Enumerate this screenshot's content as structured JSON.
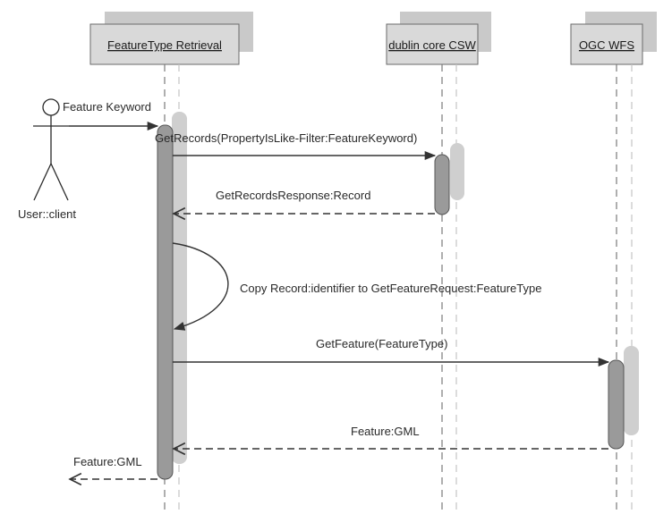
{
  "participants": [
    {
      "id": "feature-type-retrieval",
      "label": "FeatureType Retrieval"
    },
    {
      "id": "dublin-core-csw",
      "label": "dublin core CSW"
    },
    {
      "id": "ogc-wfs",
      "label": "OGC WFS"
    }
  ],
  "actor": {
    "label": "User::client"
  },
  "messages": {
    "m1": "Feature Keyword",
    "m2": "GetRecords(PropertyIsLike-Filter:FeatureKeyword)",
    "m3": "GetRecordsResponse:Record",
    "m4": "Copy Record:identifier to GetFeatureRequest:FeatureType",
    "m5": "GetFeature(FeatureType)",
    "m6": "Feature:GML",
    "m7": "Feature:GML"
  },
  "colors": {
    "box_fill": "#d9d9d9",
    "box_shadow": "#c9c9c9",
    "activation_fill": "#9a9a9a",
    "activation_shadow": "#cfcfcf"
  }
}
